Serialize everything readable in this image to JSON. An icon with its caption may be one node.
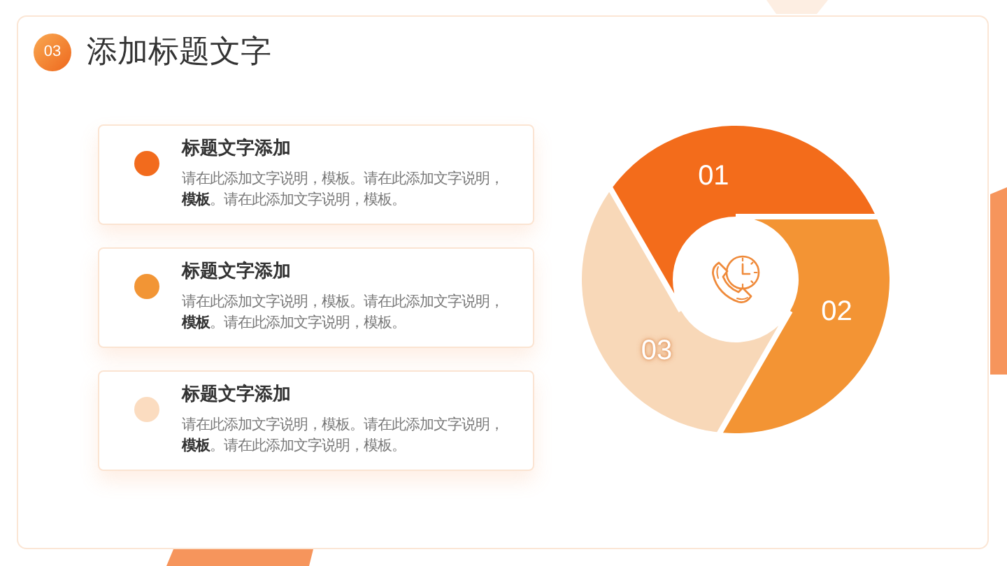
{
  "diagram": {
    "title": "添加标题文字",
    "nodes": [
      {
        "text": [
          "03"
        ]
      },
      {
        "text": [
          "标题文字添加",
          "请在此添加文字说明，模板。请在此添加文字说明，**模板**。请在此添加文字说明，模板。"
        ]
      },
      {
        "text": [
          "标题文字添加",
          "请在此添加文字说明，模板。请在此添加文字说明，**模板**。请在此添加文字说明，模板。"
        ]
      },
      {
        "text": [
          "标题文字添加",
          "请在此添加文字说明，模板。请在此添加文字说明，**模板**。请在此添加文字说明，模板。"
        ]
      },
      {
        "text": [
          "01"
        ]
      },
      {
        "text": [
          "02"
        ]
      },
      {
        "text": [
          "03"
        ]
      }
    ]
  }
}
